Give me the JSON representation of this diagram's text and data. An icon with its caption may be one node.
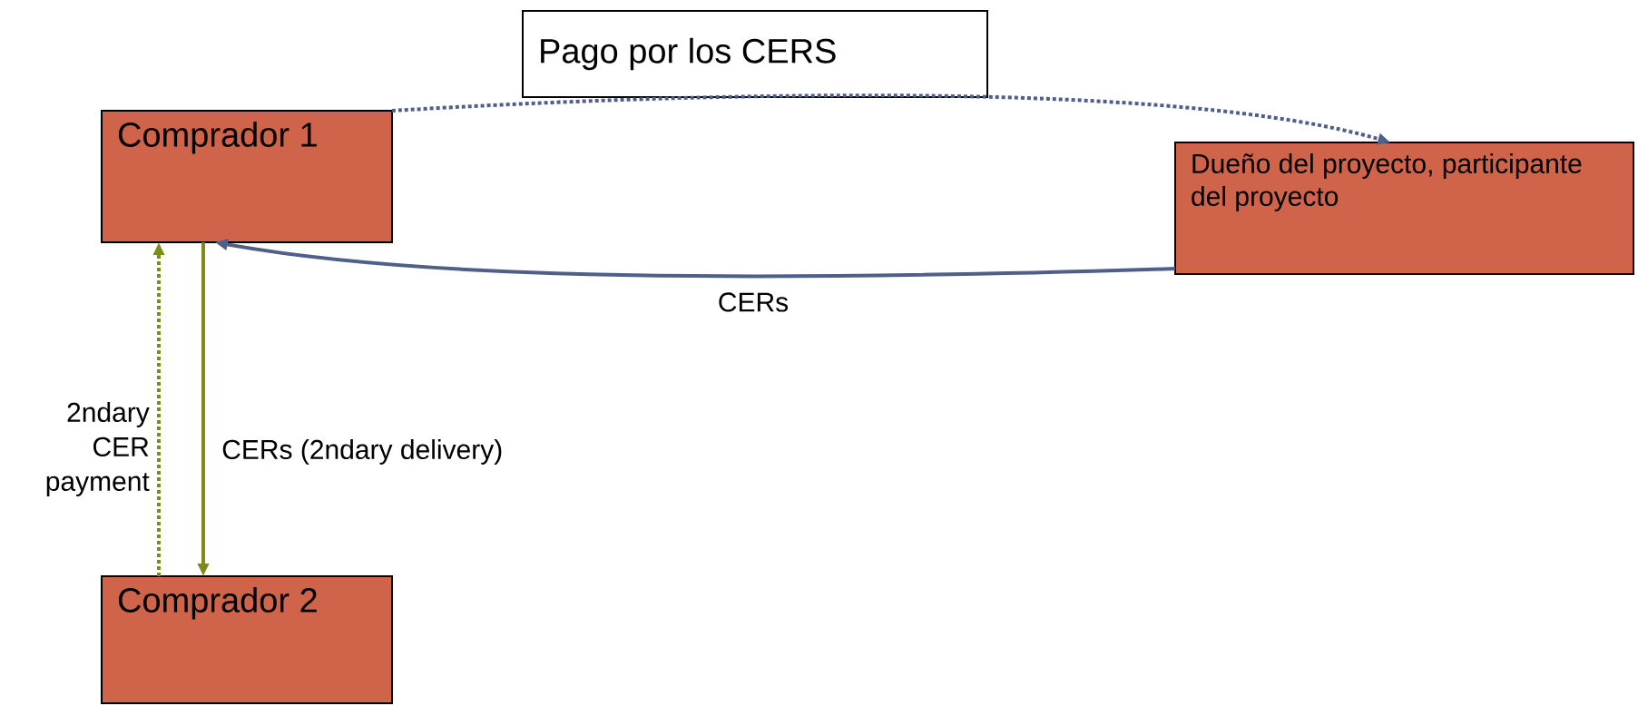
{
  "diagram": {
    "nodes": [
      {
        "text": [
          "Comprador 1"
        ]
      },
      {
        "text": [
          "Pago por los CERS"
        ]
      },
      {
        "text": [
          "Dueño del proyecto, participante del proyecto"
        ]
      },
      {
        "text": [
          "Comprador 2"
        ]
      }
    ],
    "edges": [
      {
        "from": 0,
        "to": 2,
        "arrow": "to",
        "style": "dashed",
        "color": "#4f5f8a"
      },
      {
        "from": 2,
        "to": 0,
        "arrow": "to",
        "label": "CERs",
        "color": "#4f5f8a"
      },
      {
        "from": 3,
        "to": 0,
        "arrow": "to",
        "label": "2ndary CER payment",
        "style": "dashed",
        "color": "#808a1a"
      },
      {
        "from": 0,
        "to": 3,
        "arrow": "to",
        "label": "CERs (2ndary delivery)",
        "color": "#808a1a"
      }
    ]
  }
}
